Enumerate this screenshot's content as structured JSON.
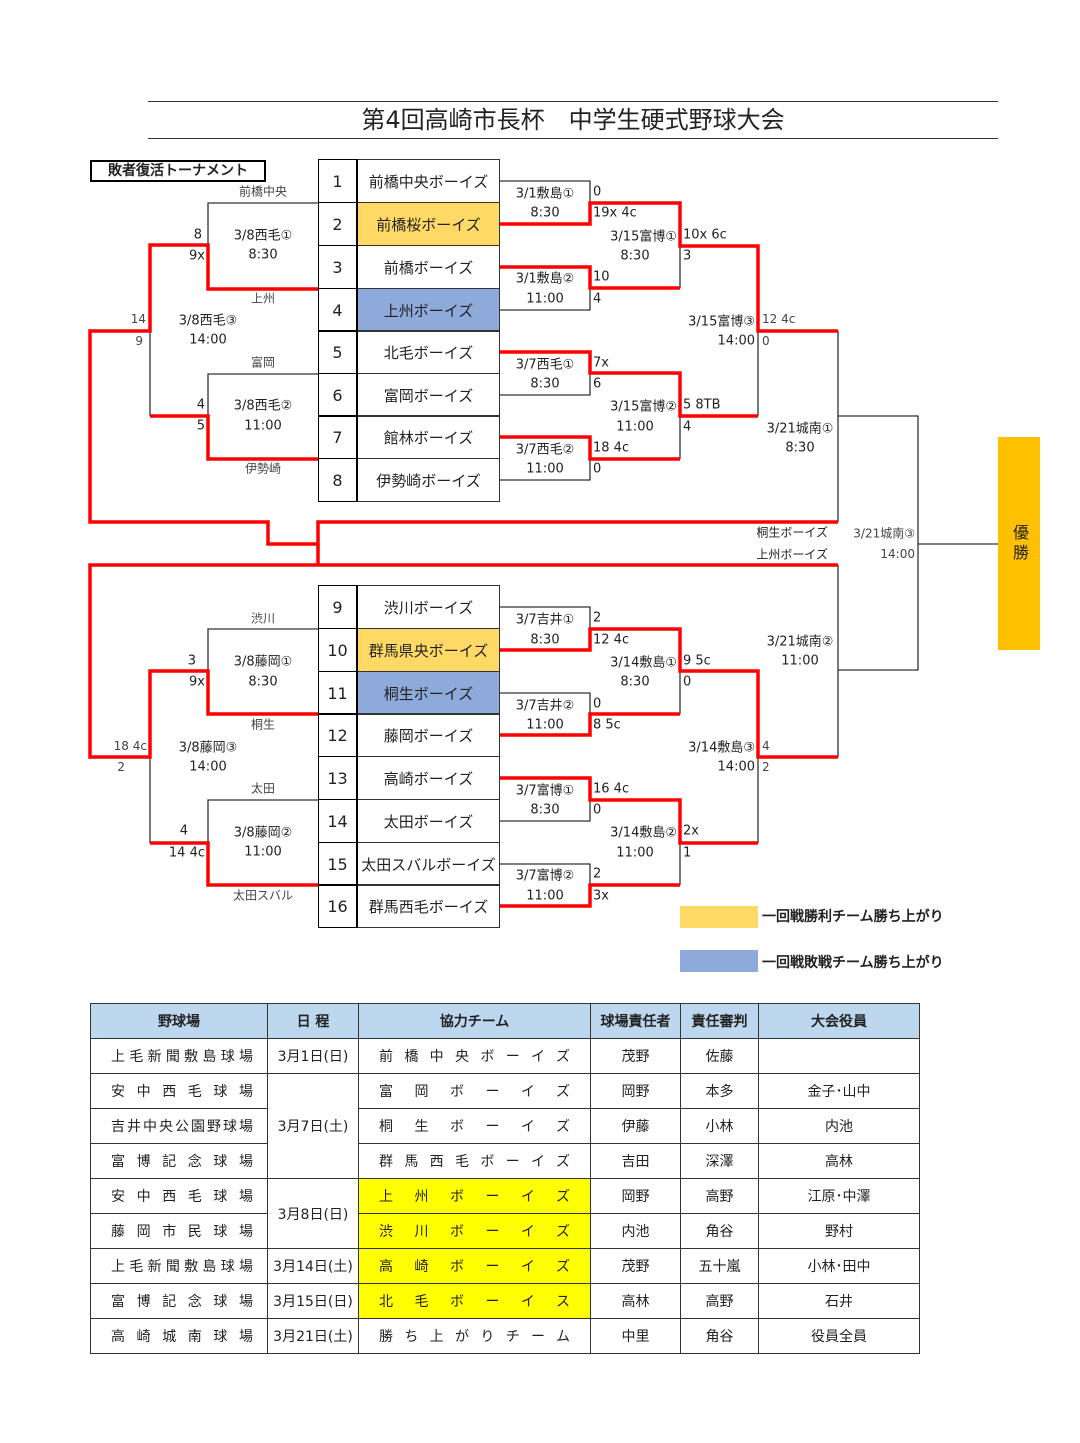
{
  "title": "第4回高崎市長杯　中学生硬式野球大会",
  "loser_bracket_label": "敗者復活トーナメント",
  "colors": {
    "winner_advance": "#ffd966",
    "loser_advance": "#8eaadb",
    "bracket_line": "#ff0000",
    "champion": "#ffc000",
    "table_highlight": "#ffff00",
    "table_header": "#bdd7ee"
  },
  "teams": [
    {
      "num": "1",
      "name": "前橋中央ボーイズ"
    },
    {
      "num": "2",
      "name": "前橋桜ボーイズ",
      "highlight": "#ffd966"
    },
    {
      "num": "3",
      "name": "前橋ボーイズ"
    },
    {
      "num": "4",
      "name": "上州ボーイズ",
      "highlight": "#8eaadb"
    },
    {
      "num": "5",
      "name": "北毛ボーイズ"
    },
    {
      "num": "6",
      "name": "富岡ボーイズ"
    },
    {
      "num": "7",
      "name": "館林ボーイズ"
    },
    {
      "num": "8",
      "name": "伊勢崎ボーイズ"
    },
    {
      "num": "9",
      "name": "渋川ボーイズ"
    },
    {
      "num": "10",
      "name": "群馬県央ボーイズ",
      "highlight": "#ffd966"
    },
    {
      "num": "11",
      "name": "桐生ボーイズ",
      "highlight": "#8eaadb"
    },
    {
      "num": "12",
      "name": "藤岡ボーイズ"
    },
    {
      "num": "13",
      "name": "高崎ボーイズ"
    },
    {
      "num": "14",
      "name": "太田ボーイズ"
    },
    {
      "num": "15",
      "name": "太田スバルボーイズ"
    },
    {
      "num": "16",
      "name": "群馬西毛ボーイズ"
    }
  ],
  "round1": [
    {
      "venue": "3/1敷島①",
      "time": "8:30",
      "score_top": "0",
      "score_bottom": "19x 4c"
    },
    {
      "venue": "3/1敷島②",
      "time": "11:00",
      "score_top": "10",
      "score_bottom": "4"
    },
    {
      "venue": "3/7西毛①",
      "time": "8:30",
      "score_top": "7x",
      "score_bottom": "6"
    },
    {
      "venue": "3/7西毛②",
      "time": "11:00",
      "score_top": "18 4c",
      "score_bottom": "0"
    },
    {
      "venue": "3/7吉井①",
      "time": "8:30",
      "score_top": "2",
      "score_bottom": "12 4c"
    },
    {
      "venue": "3/7吉井②",
      "time": "11:00",
      "score_top": "0",
      "score_bottom": "8 5c"
    },
    {
      "venue": "3/7富博①",
      "time": "8:30",
      "score_top": "16 4c",
      "score_bottom": "0"
    },
    {
      "venue": "3/7富博②",
      "time": "11:00",
      "score_top": "2",
      "score_bottom": "3x"
    }
  ],
  "round2": [
    {
      "venue": "3/15富博①",
      "time": "8:30",
      "score_top": "10x 6c",
      "score_bottom": "3"
    },
    {
      "venue": "3/15富博②",
      "time": "11:00",
      "score_top": "5 8TB",
      "score_bottom": "4"
    },
    {
      "venue": "3/14敷島①",
      "time": "8:30",
      "score_top": "9 5c",
      "score_bottom": "0"
    },
    {
      "venue": "3/14敷島②",
      "time": "11:00",
      "score_top": "2x",
      "score_bottom": "1"
    }
  ],
  "round3": [
    {
      "venue": "3/15富博③",
      "time": "14:00",
      "score_top": "12 4c",
      "score_bottom": "0"
    },
    {
      "venue": "3/14敷島③",
      "time": "14:00",
      "score_top": "4",
      "score_bottom": "2"
    }
  ],
  "semis": [
    {
      "venue": "3/21城南①",
      "time": "8:30"
    },
    {
      "venue": "3/21城南②",
      "time": "11:00"
    }
  ],
  "final": {
    "venue": "3/21城南③",
    "time": "14:00",
    "team_top": "桐生ボーイズ",
    "team_bottom": "上州ボーイズ",
    "champion": "優勝"
  },
  "losers": [
    {
      "venue": "3/8西毛①",
      "time": "8:30",
      "team_top": "前橋中央",
      "team_bottom": "上州",
      "score_top": "8",
      "score_bottom": "9x"
    },
    {
      "venue": "3/8西毛②",
      "time": "11:00",
      "team_top": "富岡",
      "team_bottom": "伊勢崎",
      "score_top": "4",
      "score_bottom": "5"
    },
    {
      "venue": "3/8西毛③",
      "time": "14:00",
      "score_top": "14",
      "score_bottom": "9"
    },
    {
      "venue": "3/8藤岡①",
      "time": "8:30",
      "team_top": "渋川",
      "team_bottom": "桐生",
      "score_top": "3",
      "score_bottom": "9x"
    },
    {
      "venue": "3/8藤岡②",
      "time": "11:00",
      "team_top": "太田",
      "team_bottom": "太田スバル",
      "score_top": "4",
      "score_bottom": "14 4c"
    },
    {
      "venue": "3/8藤岡③",
      "time": "14:00",
      "score_top": "18 4c",
      "score_bottom": "2"
    }
  ],
  "legend": [
    {
      "label": "一回戦勝利チーム勝ち上がり",
      "color": "#ffd966"
    },
    {
      "label": "一回戦敗戦チーム勝ち上がり",
      "color": "#8eaadb"
    }
  ],
  "schedule": {
    "headers": [
      "野球場",
      "日 程",
      "協力チーム",
      "球場責任者",
      "責任審判",
      "大会役員"
    ],
    "dates": [
      "3月1日(日)",
      "3月7日(土)",
      "3月8日(日)",
      "3月14日(土)",
      "3月15日(日)",
      "3月21日(土)"
    ],
    "rows": [
      {
        "venue": "上毛新聞敷島球場",
        "team": "前橋中央ボーイズ",
        "manager": "茂野",
        "umpire": "佐藤",
        "officials": ""
      },
      {
        "venue": "安中西毛球場",
        "team": "富岡ボーイズ",
        "manager": "岡野",
        "umpire": "本多",
        "officials": "金子･山中"
      },
      {
        "venue": "吉井中央公園野球場",
        "team": "桐生ボーイズ",
        "manager": "伊藤",
        "umpire": "小林",
        "officials": "内池"
      },
      {
        "venue": "富博記念球場",
        "team": "群馬西毛ボーイズ",
        "manager": "吉田",
        "umpire": "深澤",
        "officials": "高林"
      },
      {
        "venue": "安中西毛球場",
        "team": "上州ボーイズ",
        "manager": "岡野",
        "umpire": "高野",
        "officials": "江原･中澤"
      },
      {
        "venue": "藤岡市民球場",
        "team": "渋川ボーイズ",
        "manager": "内池",
        "umpire": "角谷",
        "officials": "野村"
      },
      {
        "venue": "上毛新聞敷島球場",
        "team": "高崎ボーイズ",
        "manager": "茂野",
        "umpire": "五十嵐",
        "officials": "小林･田中"
      },
      {
        "venue": "富博記念球場",
        "team": "北毛ボーイス",
        "manager": "高林",
        "umpire": "高野",
        "officials": "石井"
      },
      {
        "venue": "高崎城南球場",
        "team": "勝ち上がりチーム",
        "manager": "中里",
        "umpire": "角谷",
        "officials": "役員全員"
      }
    ]
  }
}
